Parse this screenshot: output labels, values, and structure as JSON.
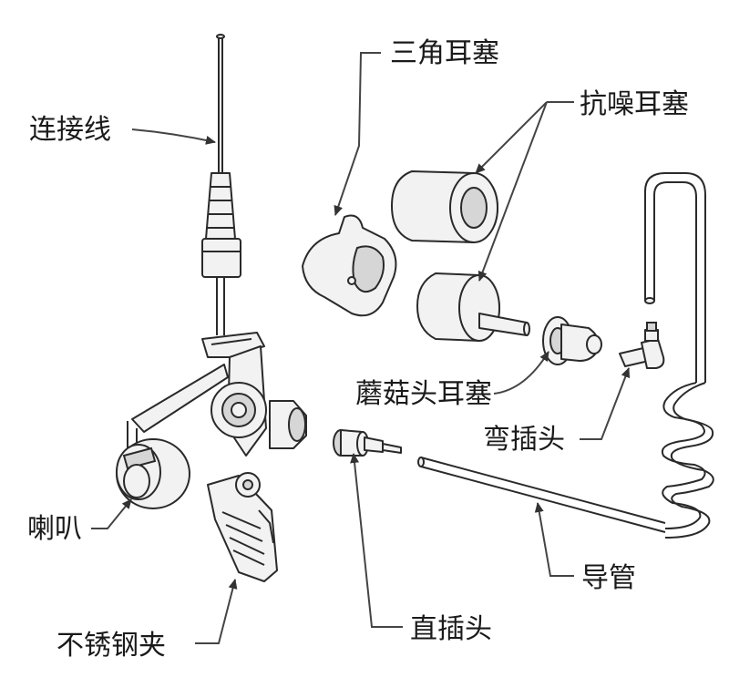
{
  "labels": {
    "connector_cable": "连接线",
    "triangle_earplug": "三角耳塞",
    "noise_earplug": "抗噪耳塞",
    "mushroom_earplug": "蘑菇头耳塞",
    "bent_plug": "弯插头",
    "speaker": "喇叭",
    "guide_tube": "导管",
    "straight_plug": "直插头",
    "steel_clip": "不锈钢夹"
  }
}
